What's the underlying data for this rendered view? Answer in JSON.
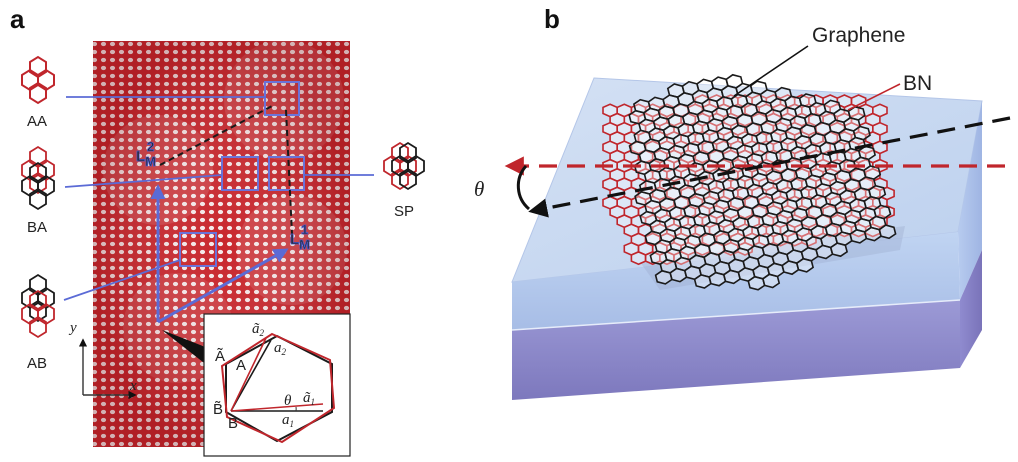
{
  "panel_a": {
    "letter": "a",
    "stacking": {
      "aa": "AA",
      "ba": "BA",
      "ab": "AB",
      "sp": "SP"
    },
    "lattice_vectors": {
      "l1": "L",
      "l1_sub": "M",
      "l1_sup": "1",
      "l2": "L",
      "l2_sub": "M",
      "l2_sup": "2"
    },
    "axes": {
      "y": "y",
      "x": "x"
    },
    "inset": {
      "a2_tilde": "ã",
      "a2_tilde_sub": "2",
      "a2": "a",
      "a2_sub": "2",
      "a1_tilde": "ã",
      "a1_tilde_sub": "1",
      "a1": "a",
      "a1_sub": "1",
      "A_tilde": "Ã",
      "A": "A",
      "B_tilde": "B̃",
      "B": "B",
      "theta": "θ"
    }
  },
  "panel_b": {
    "letter": "b",
    "graphene_label": "Graphene",
    "bn_label": "BN",
    "theta": "θ"
  },
  "colors": {
    "bn_red": "#c0262c",
    "graphene_black": "#1b1b1b",
    "guide_blue": "#5b6bd6",
    "substrate_top": "#c9d8f0",
    "substrate_bottom": "#8d86c8"
  }
}
